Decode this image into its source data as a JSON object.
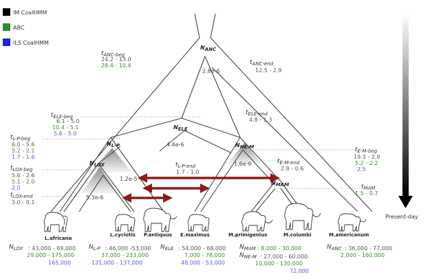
{
  "legend": [
    {
      "label": "IM CoalHMM",
      "color": "#000000"
    },
    {
      "label": "ABC",
      "color": "#2e8b2e"
    },
    {
      "label": "ILS CoalHMM",
      "color": "#2222dd"
    }
  ],
  "colors": {
    "black": "#555555",
    "green": "#3a8c2e",
    "blue": "#5a5ad6",
    "arrow": "#8b1a1a"
  },
  "nodes": {
    "anc": "ANC",
    "ele": "ELE",
    "lp": "L-P",
    "lox": "LOX",
    "nem": "NE-M",
    "mam": "MAM"
  },
  "rates": {
    "anc": "2.8e-6",
    "ele": "4.4e-6",
    "nem": "1.6e-6",
    "lp": "1.2e-5",
    "lox": "5.3e-6"
  },
  "times": {
    "anc_beg": {
      "label": "ANC-beg",
      "black": "24.2 - 13.0",
      "green": "28.4 - 10.4"
    },
    "anc_end": {
      "label": "ANC-end",
      "black": "12.5 - 2.9"
    },
    "ele_beg": {
      "label": "ELE-beg",
      "black": "6.1 - 5.0",
      "green": "10.4 - 5.1",
      "blue": "5.6 - 5.0"
    },
    "ele_end": {
      "label": "ELE-end",
      "black": "4.8 - 1.3"
    },
    "lp_beg": {
      "label": "L-P-beg",
      "black": "6.0 - 5.6",
      "green": "5.2 - 2.1",
      "blue": "1.7 - 1.6"
    },
    "em_beg": {
      "label": "E-M-beg",
      "black": "19.3 - 2.9",
      "green": "5.2 - 2.2",
      "blue": "2.5"
    },
    "em_end": {
      "label": "E-M-end",
      "black": "2.8 - 0.6"
    },
    "lp_end": {
      "label": "L-P-end",
      "black": "1.7 - 1.0"
    },
    "lox_beg": {
      "label": "LOX-beg",
      "black": "5.6 - 2.6",
      "green": "5.1 - 2.0",
      "blue": "2.0"
    },
    "lox_end": {
      "label": "LOX-end",
      "black": "3.0 - 0.1"
    },
    "mam": {
      "label": "MAM",
      "green": "1.5 - 0.7"
    }
  },
  "present_day": "Present-day",
  "species": [
    "L.africana",
    "L.cyclotis",
    "P.antiquus",
    "E.maximus",
    "M.primigenius",
    "M.columbi",
    "M.americanum"
  ],
  "ne": {
    "lox": {
      "label": "LOX",
      "black": ": 43,000 - 69,000",
      "green": "29,000 - 175,000",
      "blue": "165,000"
    },
    "lp": {
      "label": "L-P",
      "black": ": 46,000 -53,000",
      "green": "37,000 - 233,000",
      "blue": "121,000 - 137,000"
    },
    "ele": {
      "label": "ELE",
      "black": ": 54,000 - 68,000",
      "green": "7,000 - 78,000",
      "blue": "48,000 - 53,000"
    },
    "mam": {
      "label": "MAM",
      "green": ": 8,000 - 30,000"
    },
    "nem": {
      "label": "NE-M",
      "black": ": 27,000 - 60,000",
      "green": "10,000 - 130,000",
      "blue": "72,000"
    },
    "anc": {
      "label": "ANC",
      "black": ": 36,000 - 77,000",
      "green": "2,000 - 160,000"
    }
  }
}
